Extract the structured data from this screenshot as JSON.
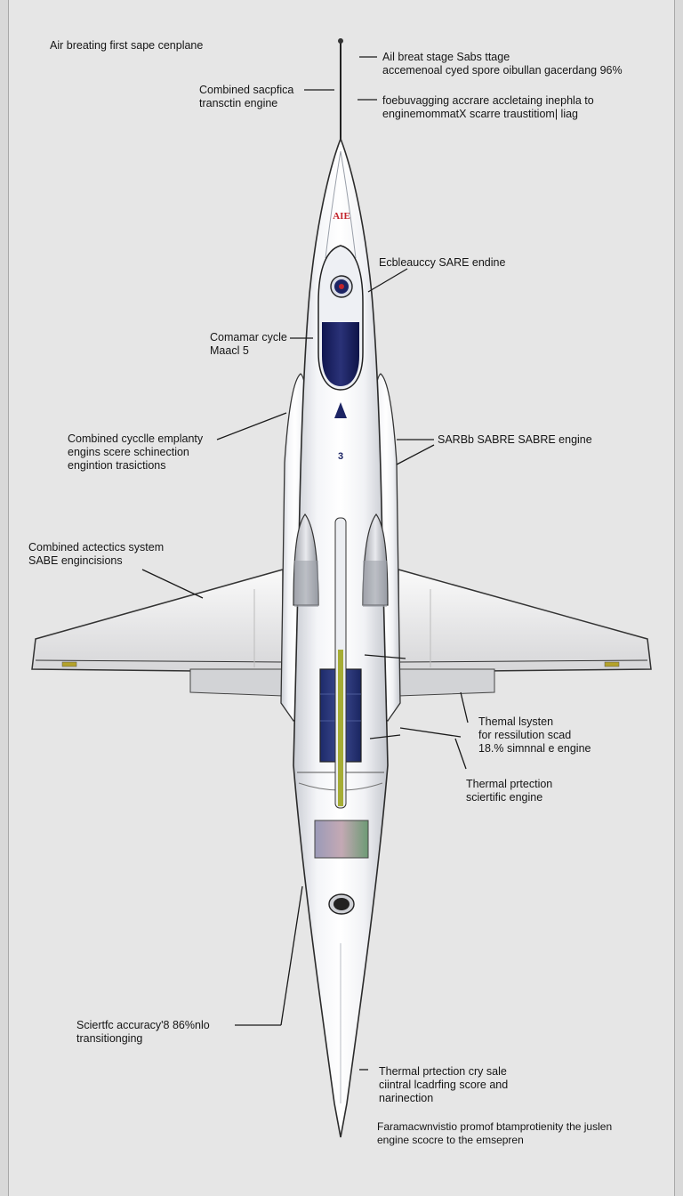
{
  "labels": {
    "title": "Air breating first sape cenplane",
    "top_right": [
      "Ail breat stage Sabs ttage",
      "accemenoal cyed spore oibullan gacerdang 96%"
    ],
    "combined_left": [
      "Combined sacpfica",
      "transctin engine"
    ],
    "right_accel": [
      "foebuvagging accrare accletaing inephla to",
      "enginemommatX scarre traustitiom| liag"
    ],
    "mid_right": "Ecbleauccy SARE endine",
    "comamar": [
      "Comamar cycle",
      "Maacl 5"
    ],
    "cycle_left": [
      "Combined cycclle emplanty",
      "engins scere schinection",
      "engintion trasictions"
    ],
    "sabre_right": "SARBb SABRE SABRE engine",
    "actectics": [
      "Combined actectics system",
      "SABE  engincisions"
    ],
    "thermal_system": [
      "Themal lsysten",
      "for ressilution scad",
      "18.% simnnal e engine"
    ],
    "thermal_prtection": [
      "Thermal prtection",
      "sciertific engine"
    ],
    "scientific_left": [
      "Sciertfc accuracy'8 86%nlo",
      "transitionging"
    ],
    "thermal_bottom": [
      "Thermal prtection cry sale",
      "ciintral lcadrfing score and",
      "narinection"
    ],
    "bottom_wide": [
      "Faramacwnvistio promof btamprotienity the juslen",
      "engine scocre to the emsepren"
    ],
    "nose_logo": "AIE",
    "fuselage_badge": "3"
  },
  "colors": {
    "background": "#e6e6e6",
    "fuselage": "#f7f8fa",
    "canopy": "#1b2260",
    "accent_red": "#c2232b",
    "fuel_green": "#a6ad35"
  }
}
